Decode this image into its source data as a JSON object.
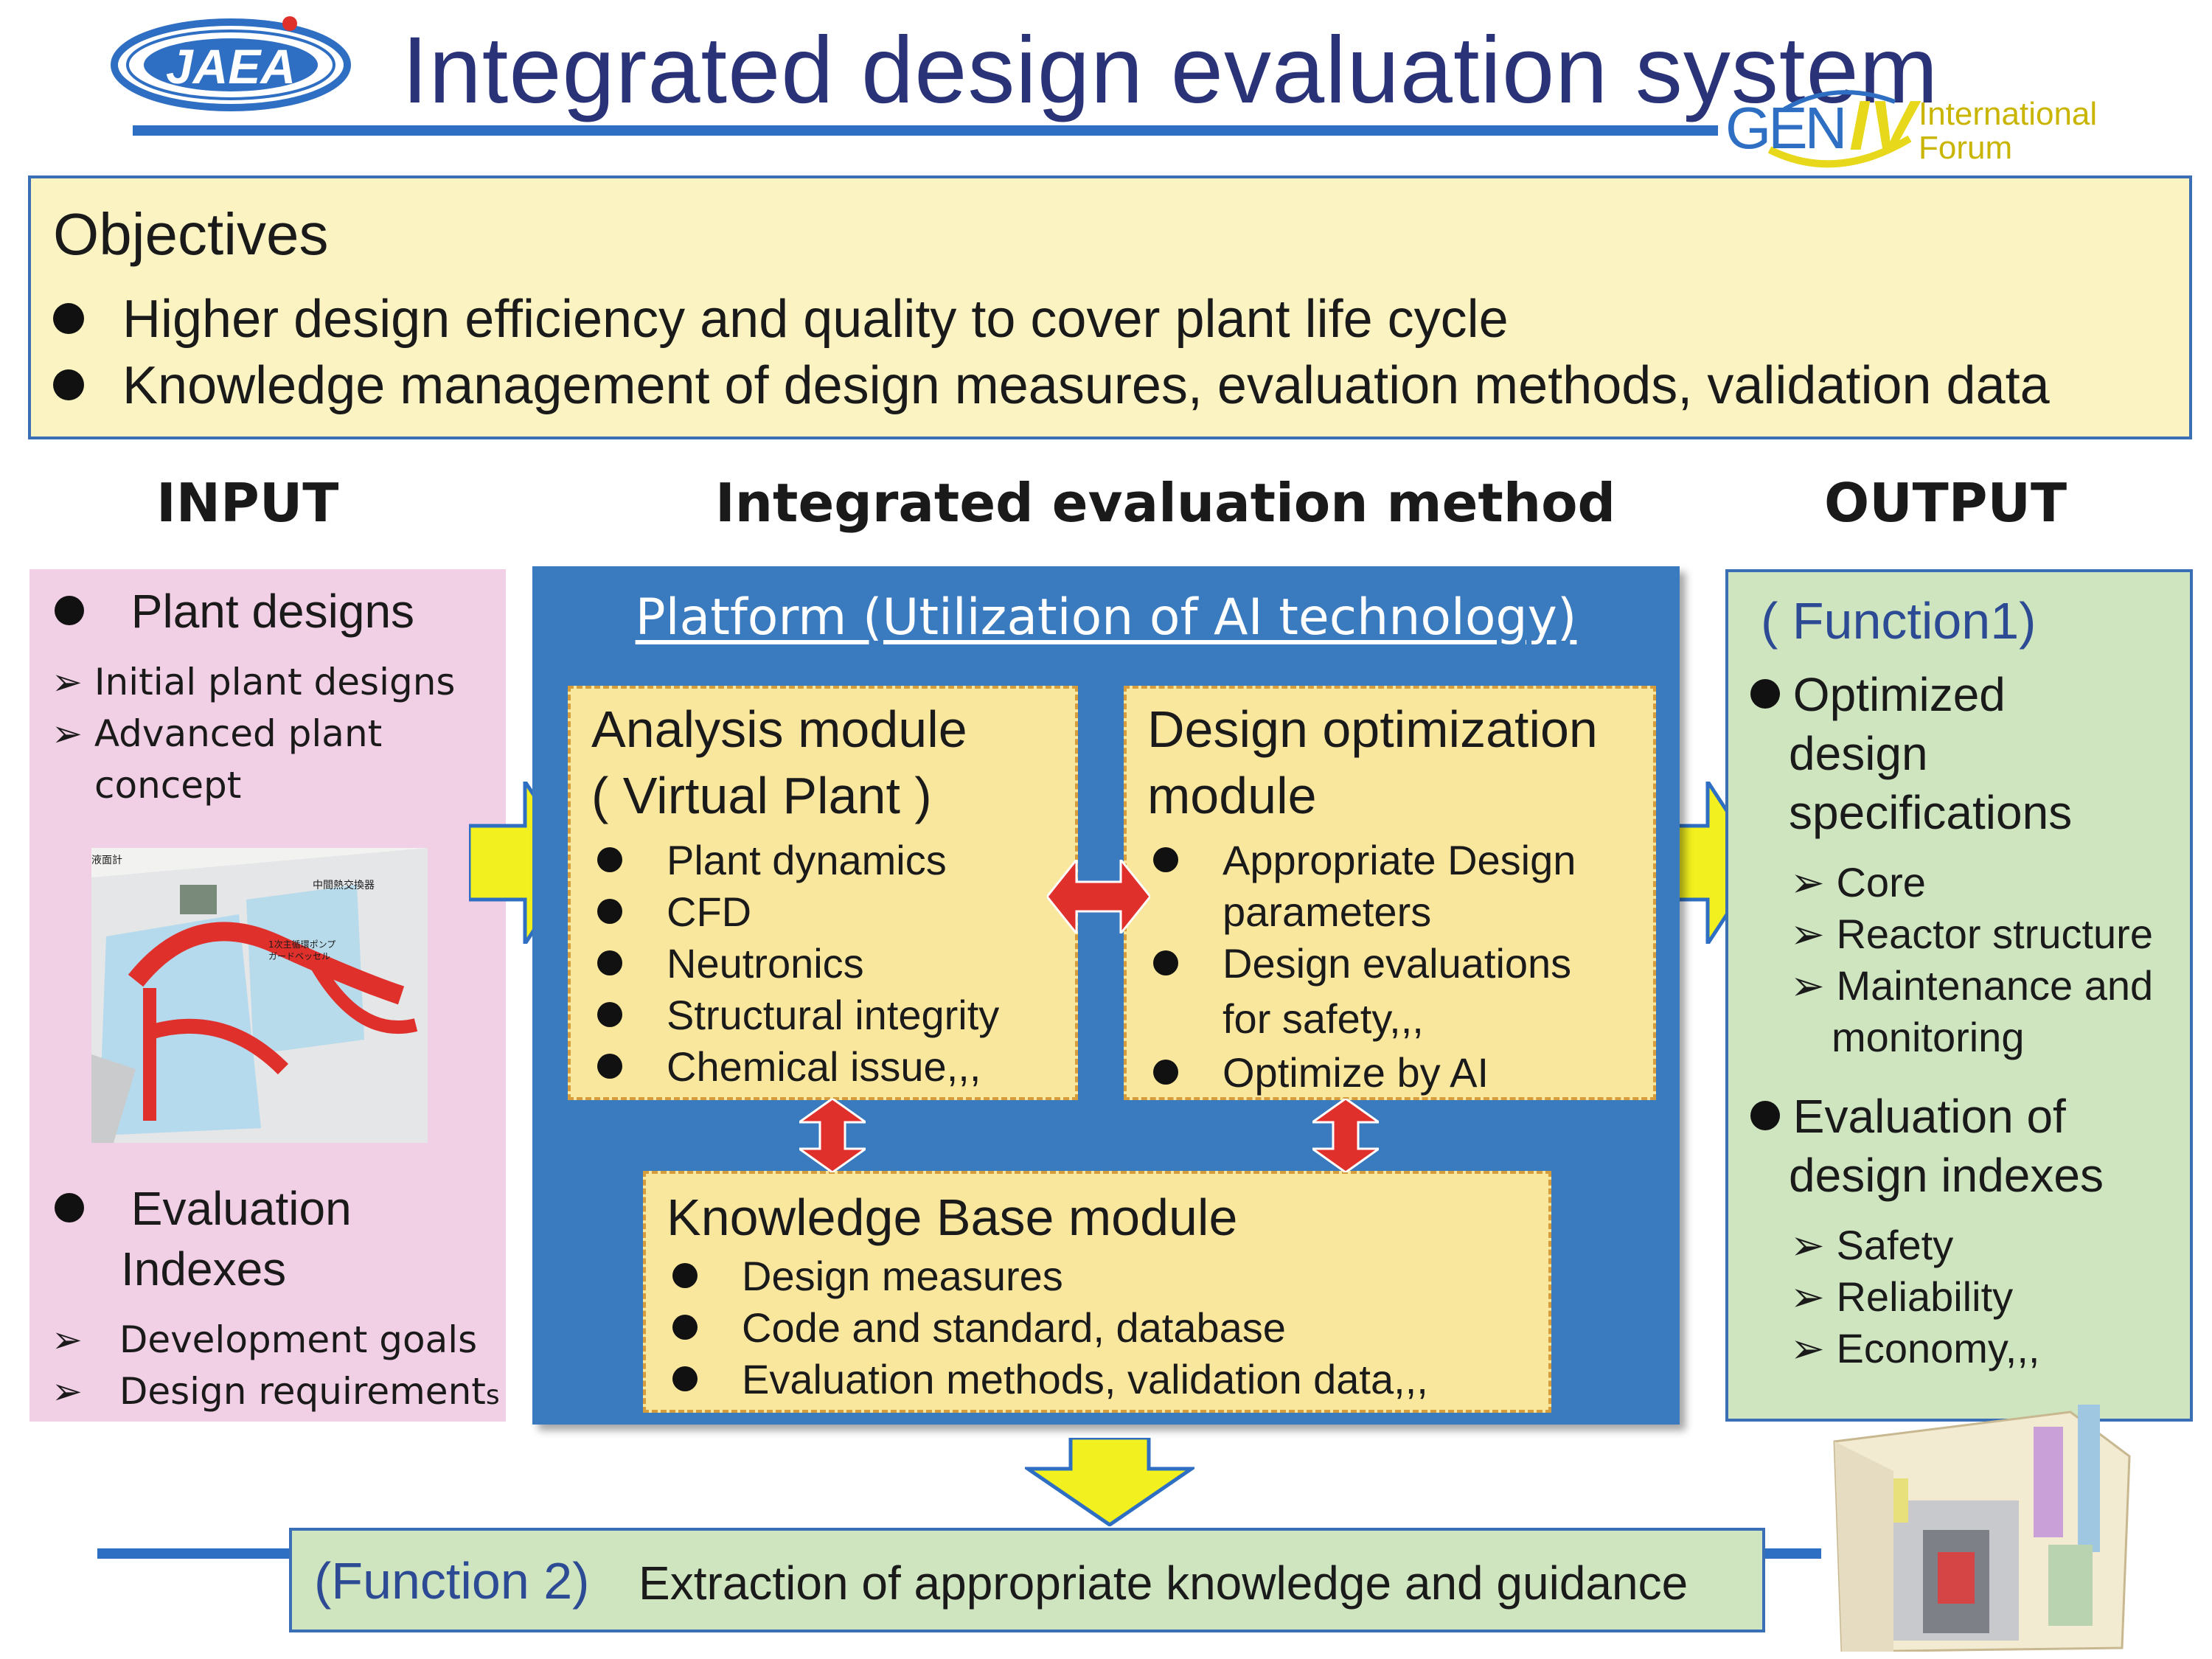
{
  "header": {
    "logo_left": "JAEA",
    "title": "Integrated design evaluation system",
    "logo_right_main": "GEN",
    "logo_right_numeral": "IV",
    "logo_right_line1": "International",
    "logo_right_line2": "Forum"
  },
  "objectives": {
    "title": "Objectives",
    "items": [
      "Higher design efficiency and quality to cover plant life cycle",
      "Knowledge management of design measures, evaluation methods, validation data"
    ]
  },
  "sections": {
    "input": "INPUT",
    "method": "Integrated evaluation method",
    "output": "OUTPUT"
  },
  "input": {
    "plant_designs": "Plant designs",
    "plant_sub": [
      "Initial plant designs",
      "Advanced plant",
      "concept"
    ],
    "image_label_1": "液面計",
    "image_label_2": "中間熱交換器",
    "image_label_3": "1次主循環ポンプ",
    "image_label_4": "ガードベッセル",
    "eval_line1": "Evaluation",
    "eval_line2": "Indexes",
    "eval_sub": [
      "Development goals",
      "Design requirement",
      "s"
    ]
  },
  "platform": {
    "title": "Platform (Utilization of AI technology)",
    "analysis": {
      "title1": "Analysis module",
      "title2": "( Virtual Plant )",
      "items": [
        "Plant dynamics",
        "CFD",
        "Neutronics",
        "Structural integrity",
        "Chemical issue,,,"
      ]
    },
    "optimization": {
      "title1": "Design optimization",
      "title2": "module",
      "items": [
        "Appropriate Design",
        "parameters",
        "Design evaluations",
        "for safety,,,",
        "Optimize by AI"
      ]
    },
    "knowledge": {
      "title": "Knowledge Base module",
      "items": [
        "Design measures",
        "Code and standard, database",
        "Evaluation methods, validation data,,,"
      ]
    }
  },
  "output": {
    "function1": "( Function1)",
    "optimized": [
      "Optimized",
      "design",
      "specifications"
    ],
    "opt_sub": [
      "Core",
      "Reactor structure",
      "Maintenance and",
      "monitoring"
    ],
    "evaluation": [
      "Evaluation of",
      "design indexes"
    ],
    "eval_sub": [
      "Safety",
      "Reliability",
      "Economy,,,"
    ]
  },
  "function2": {
    "label": "(Function 2)",
    "text": "Extraction of appropriate knowledge and guidance"
  },
  "colors": {
    "title": "#2a3278",
    "rule": "#2f6fc3",
    "objectives_bg": "#fbf4c2",
    "input_bg": "#f1cfe4",
    "platform_bg": "#3a7bc0",
    "module_bg": "#fae79e",
    "output_bg": "#cfe5c0",
    "arrow_yellow": "#f2f01e",
    "arrow_red": "#e0302c"
  }
}
